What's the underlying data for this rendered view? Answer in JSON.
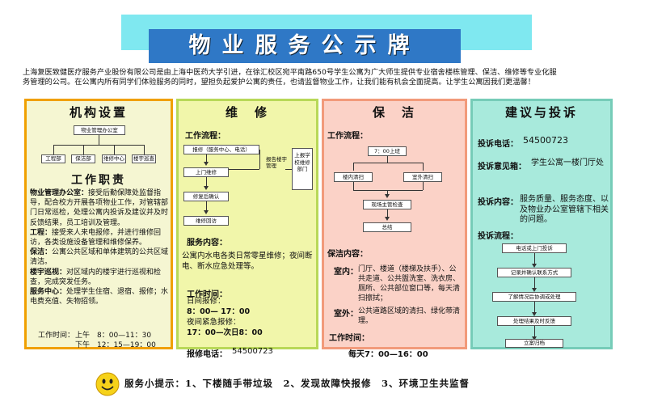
{
  "header": {
    "title": "物业服务公示牌"
  },
  "intro": {
    "line1": "上海复医致健医疗服务产业股份有限公司是由上海中医药大学引进，在徐汇校区宛平南路650号学生公寓为广大师生提供专业宿舍楼栋管理、保洁、维修等专业化服",
    "line2": "务管理的公司。在公寓内所有同学们体验服务的同时，望担负起爱护公寓的责任，也请监督物业工作，让我们能有机会全面提高。让学生公寓因我们更温馨！"
  },
  "panel1": {
    "title": "机构设置",
    "org_top": "物业管理办公室",
    "org_children": [
      "工程部",
      "保洁部",
      "维修中心",
      "楼宇巡查"
    ],
    "duties_title": "工作职责",
    "duties": [
      {
        "label": "物业管理办公室：",
        "text": "接受后勤保障处监督指导，配合校方开展各项物业工作，对管辖部门日常巡检，处理公寓内投诉及建议并及时反馈结果，员工培训及管理。"
      },
      {
        "label": "工程：",
        "text": "接受来人来电报修，并进行维修回访，各类设施设备管理和维修保养。"
      },
      {
        "label": "保洁：",
        "text": "公寓公共区域和单体建筑的公共区域清洁。"
      },
      {
        "label": "楼宇巡视：",
        "text": "对区域内的楼宇进行巡视和检查，完成突发任务。"
      },
      {
        "label": "服务中心：",
        "text": "处理学生住宿、退宿、报修；水电费充值、失物招领。"
      }
    ],
    "hours_label": "工作时间：",
    "hours_am": "上午　8：00—11：30",
    "hours_pm": "下午　12：15—19：00"
  },
  "panel2": {
    "title": "维　修",
    "flow_label": "工作流程：",
    "flow": [
      "报修（服务中心、电话）",
      "上门维修",
      "修复后确认",
      "维修回访"
    ],
    "side_note": "报告楼宇管理",
    "side_box": "上报学校维修部门",
    "content_label": "服务内容：",
    "content_text": "公寓内水电各类日常零星维修；夜间断电、断水应急处理等。",
    "time_label": "工作时间：",
    "daily_label": "日间报修：",
    "daily_time": "8：00— 17：00",
    "night_label": "夜间紧急报修：",
    "night_time": "17：00—次日8：00",
    "phone_label": "报修电话：",
    "phone": "54500723"
  },
  "panel3": {
    "title": "保　洁",
    "flow_label": "工作流程：",
    "flow_start": "7：00上班",
    "flow_left": "楼内清扫",
    "flow_right": "室外清扫",
    "flow_check": "现场主管检查",
    "flow_end": "总结",
    "content_label": "保洁内容：",
    "indoor_label": "室内：",
    "indoor_text": "门厅、楼道（楼梯及扶手）、公共走道、公共盥洗室、洗衣房、厕所、公共部位窗口等，每天清扫擦拭；",
    "outdoor_label": "室外：",
    "outdoor_text": "公共道路区域的清扫、绿化带清理。",
    "time_label": "工作时间：",
    "time_value": "每天7：00—16：00"
  },
  "panel4": {
    "title": "建议与投诉",
    "phone_label": "投诉电话：",
    "phone": "54500723",
    "box_label": "投诉意见箱：",
    "box_text": "学生公寓一楼门厅处",
    "content_label": "投诉内容：",
    "content_text": "服务质量、服务态度、以及物业办公室管辖下相关的问题。",
    "flow_label": "投诉流程：",
    "flow": [
      "电话或上门投诉",
      "记录并确认联系方式",
      "了解情况后协调或处理",
      "处理结果及时反馈",
      "立案归档"
    ]
  },
  "footer": {
    "tip": "服务小提示：1、下楼随手带垃圾　2、发现故障快报修　3、环境卫生共监督"
  }
}
